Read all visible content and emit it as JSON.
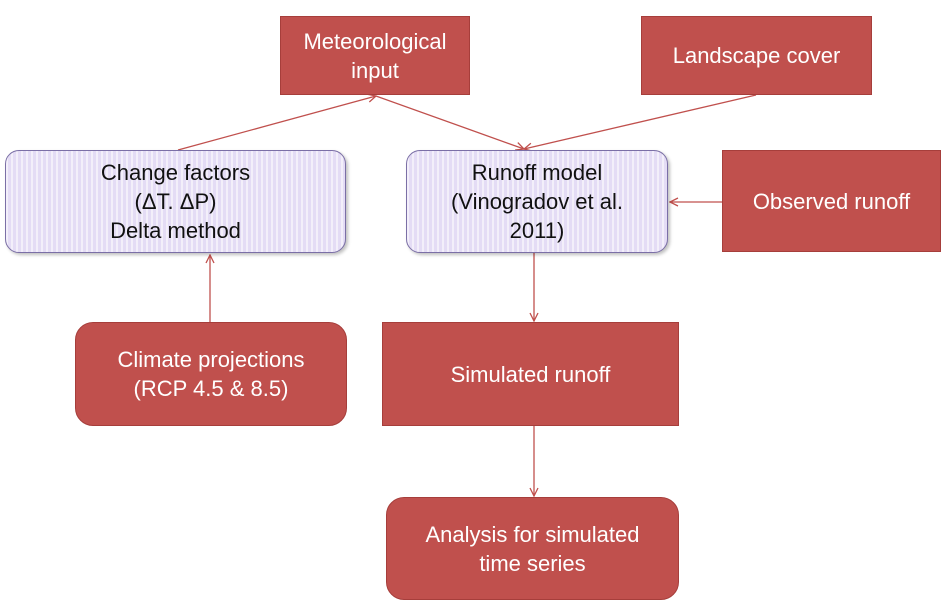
{
  "diagram": {
    "nodes": {
      "meteorological_input": {
        "label": "Meteorological\ninput"
      },
      "landscape_cover": {
        "label": "Landscape cover"
      },
      "change_factors": {
        "label": "Change factors\n(ΔT. ΔP)\nDelta method"
      },
      "runoff_model": {
        "label": "Runoff model\n(Vinogradov et al.\n2011)"
      },
      "observed_runoff": {
        "label": "Observed runoff"
      },
      "climate_projections": {
        "label": "Climate projections\n(RCP 4.5 & 8.5)"
      },
      "simulated_runoff": {
        "label": "Simulated runoff"
      },
      "analysis": {
        "label": "Analysis for simulated\ntime series"
      }
    },
    "edges": [
      {
        "from": "change_factors",
        "to": "meteorological_input"
      },
      {
        "from": "meteorological_input",
        "to": "runoff_model"
      },
      {
        "from": "landscape_cover",
        "to": "runoff_model"
      },
      {
        "from": "observed_runoff",
        "to": "runoff_model"
      },
      {
        "from": "climate_projections",
        "to": "change_factors"
      },
      {
        "from": "runoff_model",
        "to": "simulated_runoff"
      },
      {
        "from": "simulated_runoff",
        "to": "analysis"
      }
    ],
    "colors": {
      "box_fill": "#c0504d",
      "model_fill": "#e4dcf5",
      "model_border": "#7b6fa6",
      "arrow": "#c0504d"
    }
  }
}
